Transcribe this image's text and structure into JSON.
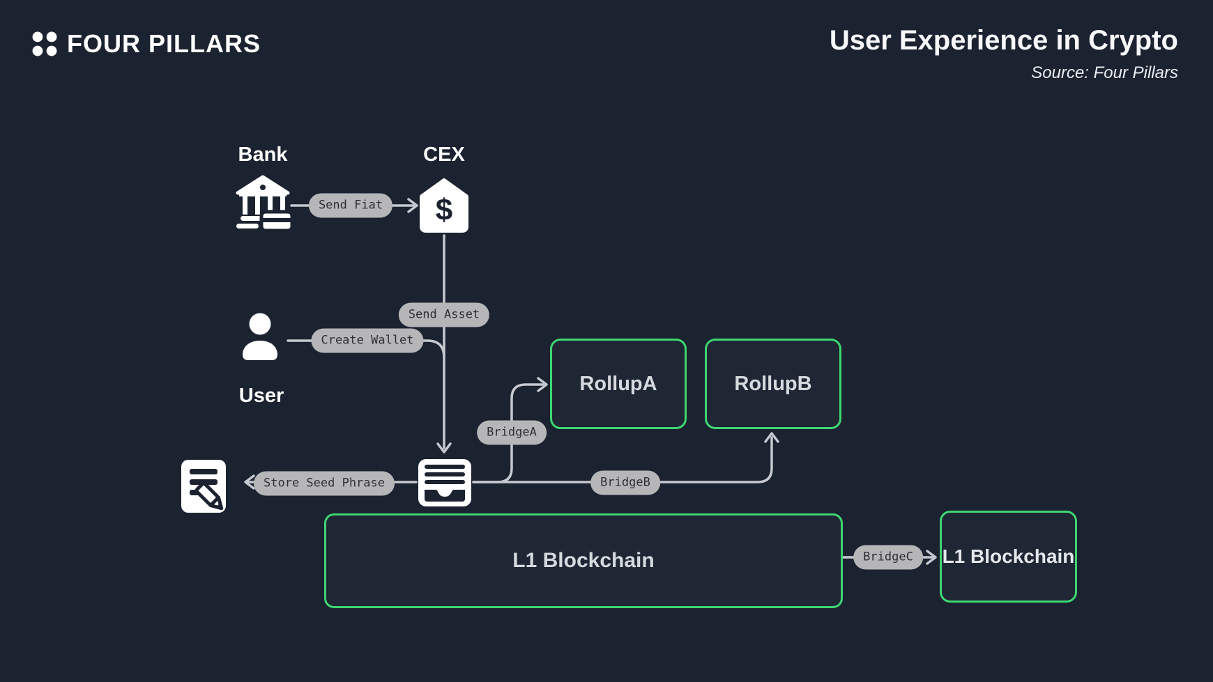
{
  "header": {
    "logo_text": "FOUR PILLARS",
    "title": "User Experience in Crypto",
    "source": "Source: Four Pillars"
  },
  "nodes": {
    "bank": {
      "label": "Bank"
    },
    "cex": {
      "label": "CEX",
      "symbol": "$"
    },
    "user": {
      "label": "User"
    },
    "rollup_a": {
      "label": "RollupA"
    },
    "rollup_b": {
      "label": "RollupB"
    },
    "l1_main": {
      "label": "L1 Blockchain"
    },
    "l1_other": {
      "label": "L1 Blockchain"
    }
  },
  "edges": {
    "send_fiat": "Send Fiat",
    "send_asset": "Send Asset",
    "create_wallet": "Create Wallet",
    "store_seed_phrase": "Store Seed Phrase",
    "bridge_a": "BridgeA",
    "bridge_b": "BridgeB",
    "bridge_c": "BridgeC"
  },
  "icons": {
    "logo": "four-dots-logo",
    "bank": "bank-building-icon",
    "cex": "house-dollar-icon",
    "user": "person-icon",
    "wallet": "wallet-icon",
    "note": "note-pencil-icon"
  },
  "colors": {
    "background": "#1b2230",
    "box_fill": "#1f2734",
    "accent_green": "#3ed672",
    "line_gray": "#c6c9cf",
    "pill_bg": "#b6b6b8",
    "pill_text": "#2e3034",
    "label_white": "#ffffff",
    "box_label": "#d6d9de"
  }
}
